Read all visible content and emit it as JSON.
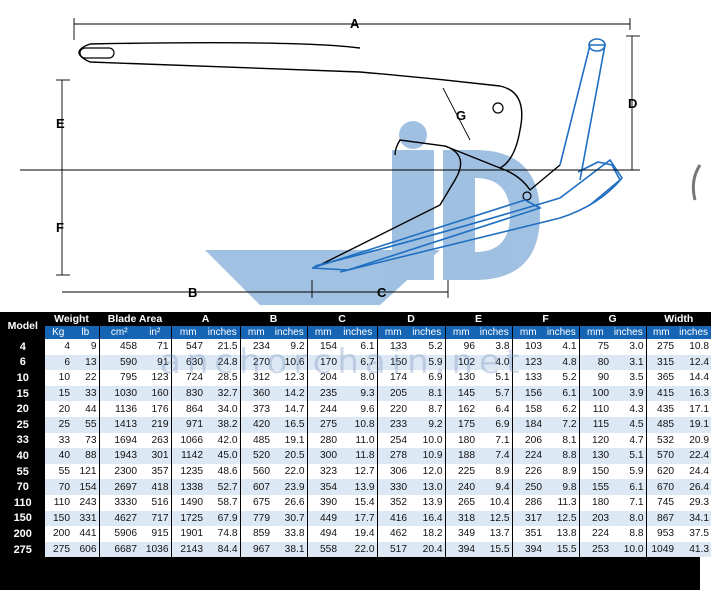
{
  "diagram": {
    "dimension_labels": [
      "A",
      "B",
      "C",
      "D",
      "E",
      "F",
      "G"
    ]
  },
  "watermark": "anchorchain.net",
  "table": {
    "model_header": "Model",
    "groups": [
      {
        "label": "Weight",
        "units": [
          "Kg",
          "lb"
        ]
      },
      {
        "label": "Blade Area",
        "units": [
          "cm²",
          "in²"
        ]
      },
      {
        "label": "A",
        "units": [
          "mm",
          "inches"
        ]
      },
      {
        "label": "B",
        "units": [
          "mm",
          "inches"
        ]
      },
      {
        "label": "C",
        "units": [
          "mm",
          "inches"
        ]
      },
      {
        "label": "D",
        "units": [
          "mm",
          "inches"
        ]
      },
      {
        "label": "E",
        "units": [
          "mm",
          "inches"
        ]
      },
      {
        "label": "F",
        "units": [
          "mm",
          "inches"
        ]
      },
      {
        "label": "G",
        "units": [
          "mm",
          "inches"
        ]
      },
      {
        "label": "Width",
        "units": [
          "mm",
          "inches"
        ]
      }
    ],
    "rows": [
      [
        "4",
        "4",
        "9",
        "458",
        "71",
        "547",
        "21.5",
        "234",
        "9.2",
        "154",
        "6.1",
        "133",
        "5.2",
        "96",
        "3.8",
        "103",
        "4.1",
        "75",
        "3.0",
        "275",
        "10.8"
      ],
      [
        "6",
        "6",
        "13",
        "590",
        "91",
        "630",
        "24.8",
        "270",
        "10.6",
        "170",
        "6.7",
        "150",
        "5.9",
        "102",
        "4.0",
        "123",
        "4.8",
        "80",
        "3.1",
        "315",
        "12.4"
      ],
      [
        "10",
        "10",
        "22",
        "795",
        "123",
        "724",
        "28.5",
        "312",
        "12.3",
        "204",
        "8.0",
        "174",
        "6.9",
        "130",
        "5.1",
        "133",
        "5.2",
        "90",
        "3.5",
        "365",
        "14.4"
      ],
      [
        "15",
        "15",
        "33",
        "1030",
        "160",
        "830",
        "32.7",
        "360",
        "14.2",
        "235",
        "9.3",
        "205",
        "8.1",
        "145",
        "5.7",
        "156",
        "6.1",
        "100",
        "3.9",
        "415",
        "16.3"
      ],
      [
        "20",
        "20",
        "44",
        "1136",
        "176",
        "864",
        "34.0",
        "373",
        "14.7",
        "244",
        "9.6",
        "220",
        "8.7",
        "162",
        "6.4",
        "158",
        "6.2",
        "110",
        "4.3",
        "435",
        "17.1"
      ],
      [
        "25",
        "25",
        "55",
        "1413",
        "219",
        "971",
        "38.2",
        "420",
        "16.5",
        "275",
        "10.8",
        "233",
        "9.2",
        "175",
        "6.9",
        "184",
        "7.2",
        "115",
        "4.5",
        "485",
        "19.1"
      ],
      [
        "33",
        "33",
        "73",
        "1694",
        "263",
        "1066",
        "42.0",
        "485",
        "19.1",
        "280",
        "11.0",
        "254",
        "10.0",
        "180",
        "7.1",
        "206",
        "8.1",
        "120",
        "4.7",
        "532",
        "20.9"
      ],
      [
        "40",
        "40",
        "88",
        "1943",
        "301",
        "1142",
        "45.0",
        "520",
        "20.5",
        "300",
        "11.8",
        "278",
        "10.9",
        "188",
        "7.4",
        "224",
        "8.8",
        "130",
        "5.1",
        "570",
        "22.4"
      ],
      [
        "55",
        "55",
        "121",
        "2300",
        "357",
        "1235",
        "48.6",
        "560",
        "22.0",
        "323",
        "12.7",
        "306",
        "12.0",
        "225",
        "8.9",
        "226",
        "8.9",
        "150",
        "5.9",
        "620",
        "24.4"
      ],
      [
        "70",
        "70",
        "154",
        "2697",
        "418",
        "1338",
        "52.7",
        "607",
        "23.9",
        "354",
        "13.9",
        "330",
        "13.0",
        "240",
        "9.4",
        "250",
        "9.8",
        "155",
        "6.1",
        "670",
        "26.4"
      ],
      [
        "110",
        "110",
        "243",
        "3330",
        "516",
        "1490",
        "58.7",
        "675",
        "26.6",
        "390",
        "15.4",
        "352",
        "13.9",
        "265",
        "10.4",
        "286",
        "11.3",
        "180",
        "7.1",
        "745",
        "29.3"
      ],
      [
        "150",
        "150",
        "331",
        "4627",
        "717",
        "1725",
        "67.9",
        "779",
        "30.7",
        "449",
        "17.7",
        "416",
        "16.4",
        "318",
        "12.5",
        "317",
        "12.5",
        "203",
        "8.0",
        "867",
        "34.1"
      ],
      [
        "200",
        "200",
        "441",
        "5906",
        "915",
        "1901",
        "74.8",
        "859",
        "33.8",
        "494",
        "19.4",
        "462",
        "18.2",
        "349",
        "13.7",
        "351",
        "13.8",
        "224",
        "8.8",
        "953",
        "37.5"
      ],
      [
        "275",
        "275",
        "606",
        "6687",
        "1036",
        "2143",
        "84.4",
        "967",
        "38.1",
        "558",
        "22.0",
        "517",
        "20.4",
        "394",
        "15.5",
        "394",
        "15.5",
        "253",
        "10.0",
        "1049",
        "41.3"
      ]
    ]
  }
}
